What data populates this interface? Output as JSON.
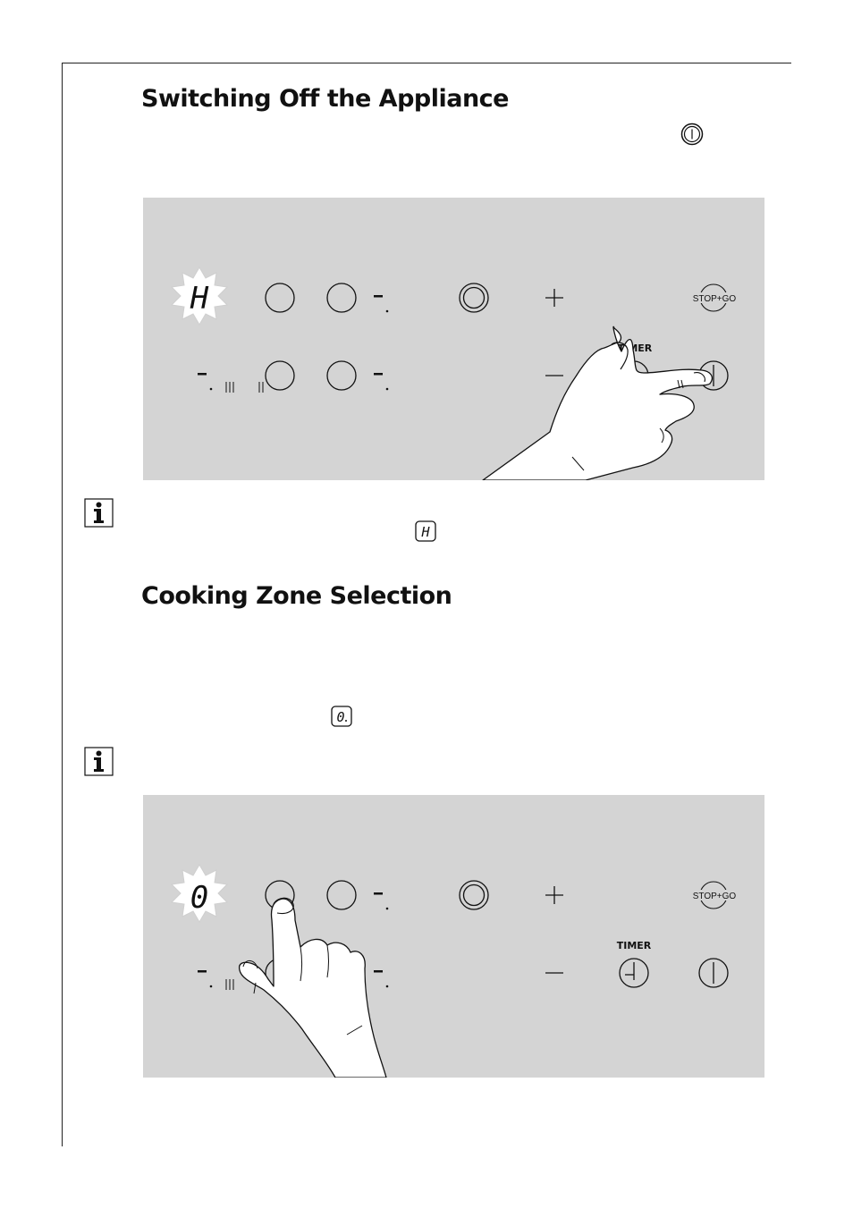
{
  "section1": {
    "title": "Switching Off the Appliance"
  },
  "section2": {
    "title": "Cooking Zone Selection"
  },
  "panel": {
    "timer_label": "TIMER",
    "stop_go_label": "STOP+GO",
    "display1_char": "H",
    "display2_char": "0"
  },
  "icons": {
    "power": "power-button-icon",
    "info": "info-icon",
    "residual_heat": "residual-heat-display-icon",
    "zero_display": "zero-display-icon"
  }
}
